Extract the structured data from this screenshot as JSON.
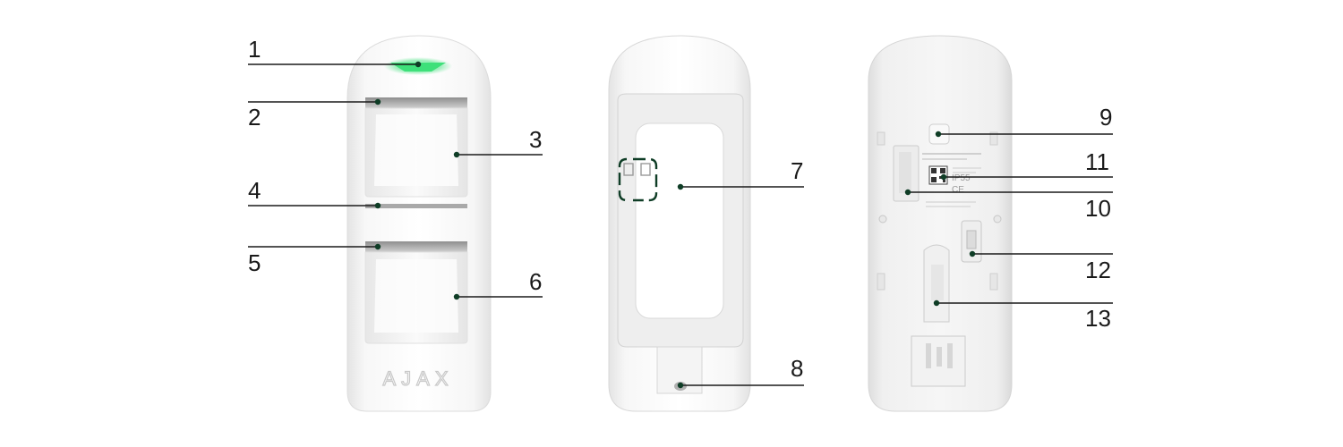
{
  "brand_logo_text": "AJAX",
  "label_text": {
    "ip_rating": "IP55",
    "ce_mark": "CE"
  },
  "callouts": [
    {
      "id": 1,
      "label": "1"
    },
    {
      "id": 2,
      "label": "2"
    },
    {
      "id": 3,
      "label": "3"
    },
    {
      "id": 4,
      "label": "4"
    },
    {
      "id": 5,
      "label": "5"
    },
    {
      "id": 6,
      "label": "6"
    },
    {
      "id": 7,
      "label": "7"
    },
    {
      "id": 8,
      "label": "8"
    },
    {
      "id": 9,
      "label": "9"
    },
    {
      "id": 10,
      "label": "10"
    },
    {
      "id": 11,
      "label": "11"
    },
    {
      "id": 12,
      "label": "12"
    },
    {
      "id": 13,
      "label": "13"
    }
  ],
  "colors": {
    "led": "#3ee07a",
    "callout_dot": "#0f3d26",
    "tamper_marker": "#0f3d26",
    "leader_line": "#1a1a1a"
  }
}
